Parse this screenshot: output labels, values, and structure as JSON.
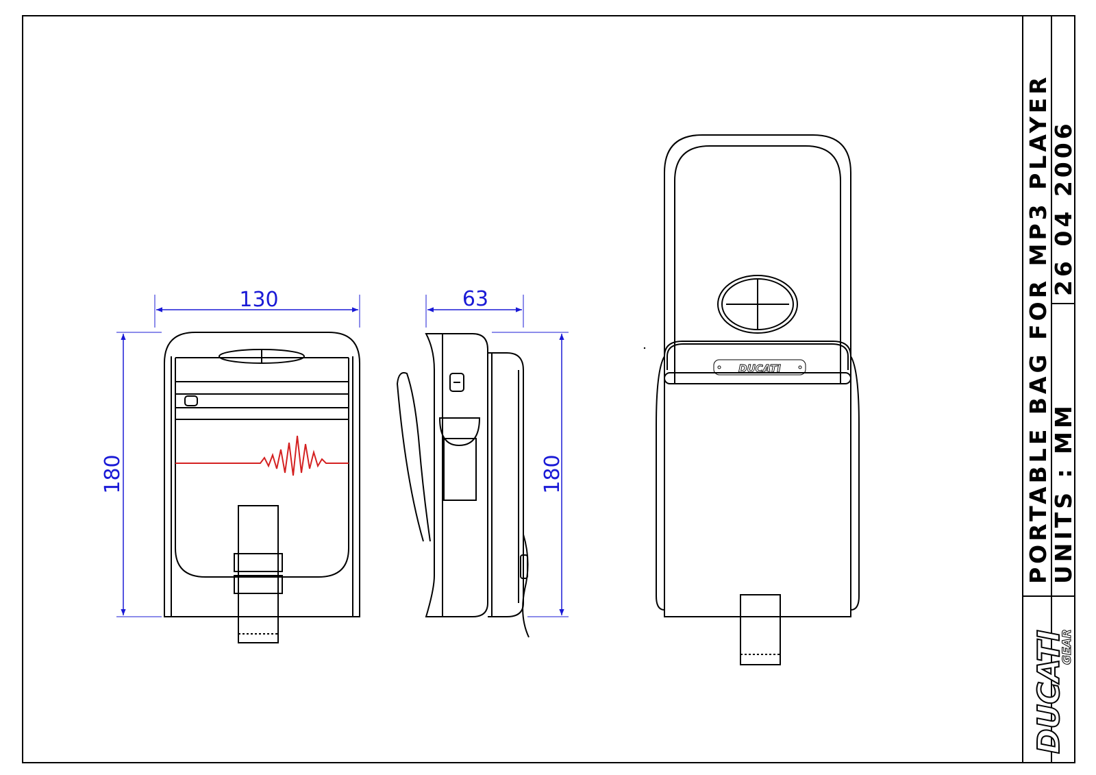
{
  "title_block": {
    "title": "PORTABLE BAG FOR MP3 PLAYER",
    "date": "26 04 2006",
    "units": "UNITS : MM",
    "logo_main": "DUCATI",
    "logo_sub": "GEAR"
  },
  "views": {
    "front": {
      "width_dim": "130",
      "height_dim": "180"
    },
    "side": {
      "depth_dim": "63",
      "height_dim": "180"
    },
    "back": {
      "brand_plate": "DUCATI"
    }
  },
  "colors": {
    "dimension": "#1a1ad6",
    "linework": "#000000",
    "accent": "#d42020"
  }
}
